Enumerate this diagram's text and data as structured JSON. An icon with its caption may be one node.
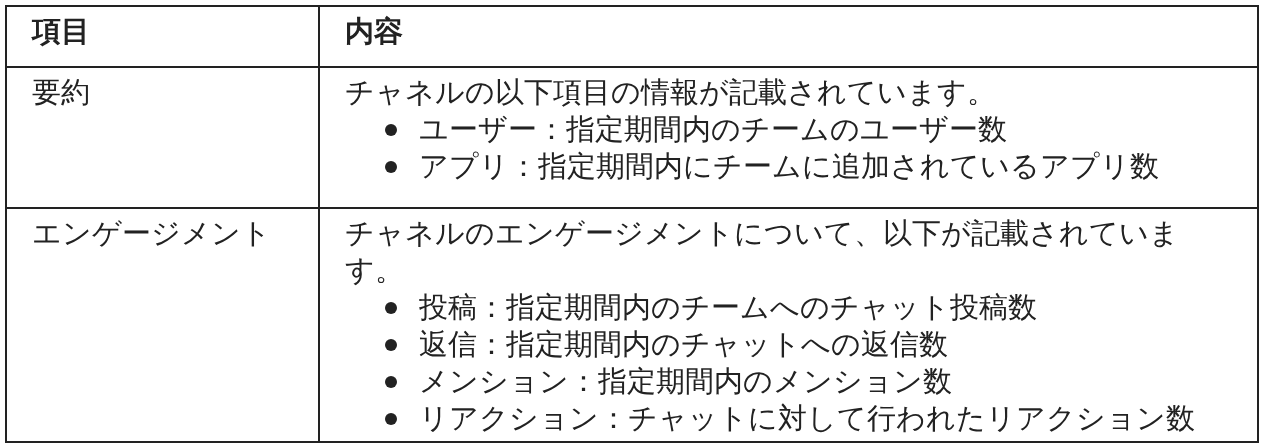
{
  "diagram": {
    "labels": [
      "項目",
      "内容",
      "要約",
      "チャネルの以下項目の情報が記載されています。",
      "ユーザー：指定期間内のチームのユーザー数",
      "アプリ：指定期間内にチームに追加されているアプリ数",
      "エンゲージメント",
      "チャネルのエンゲージメントについて、以下が記載されています。",
      "投稿：指定期間内のチームへのチャット投稿数",
      "返信：指定期間内のチャットへの返信数",
      "メンション：指定期間内のメンション数",
      "リアクション：チャットに対して行われたリアクション数"
    ]
  }
}
